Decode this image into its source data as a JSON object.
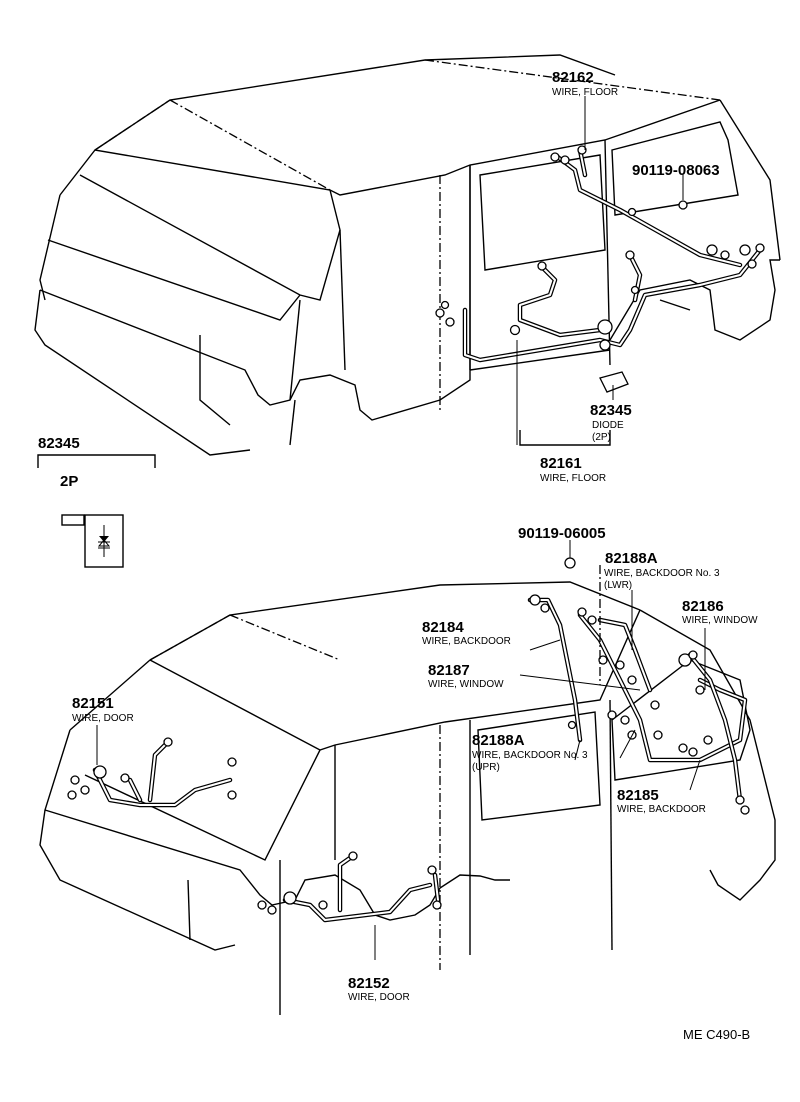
{
  "diagram": {
    "top_labels": [
      {
        "id": "82162",
        "part": "82162",
        "desc": "WIRE, FLOOR"
      },
      {
        "id": "90119-08063",
        "part": "90119-08063",
        "desc": ""
      },
      {
        "id": "82345-diode",
        "part": "82345",
        "desc": "DIODE",
        "desc2": "(2P)"
      },
      {
        "id": "82161",
        "part": "82161",
        "desc": "WIRE, FLOOR"
      }
    ],
    "inset": {
      "part": "82345",
      "connector": "2P"
    },
    "bottom_labels": [
      {
        "id": "90119-06005",
        "part": "90119-06005",
        "desc": ""
      },
      {
        "id": "82188A-lwr",
        "part": "82188A",
        "desc": "WIRE,  BACKDOOR  No.  3",
        "desc2": "(LWR)"
      },
      {
        "id": "82184",
        "part": "82184",
        "desc": "WIRE, BACKDOOR"
      },
      {
        "id": "82186",
        "part": "82186",
        "desc": "WIRE,  WINDOW"
      },
      {
        "id": "82187",
        "part": "82187",
        "desc": "WIRE,  WINDOW"
      },
      {
        "id": "82151",
        "part": "82151",
        "desc": "WIRE,  DOOR"
      },
      {
        "id": "82188A-upr",
        "part": "82188A",
        "desc": "WIRE, BACKDOOR No. 3",
        "desc2": "(UPR)"
      },
      {
        "id": "82185",
        "part": "82185",
        "desc": "WIRE, BACKDOOR"
      },
      {
        "id": "82152",
        "part": "82152",
        "desc": "WIRE,  DOOR"
      }
    ],
    "figure_code": "ME C490-B"
  }
}
